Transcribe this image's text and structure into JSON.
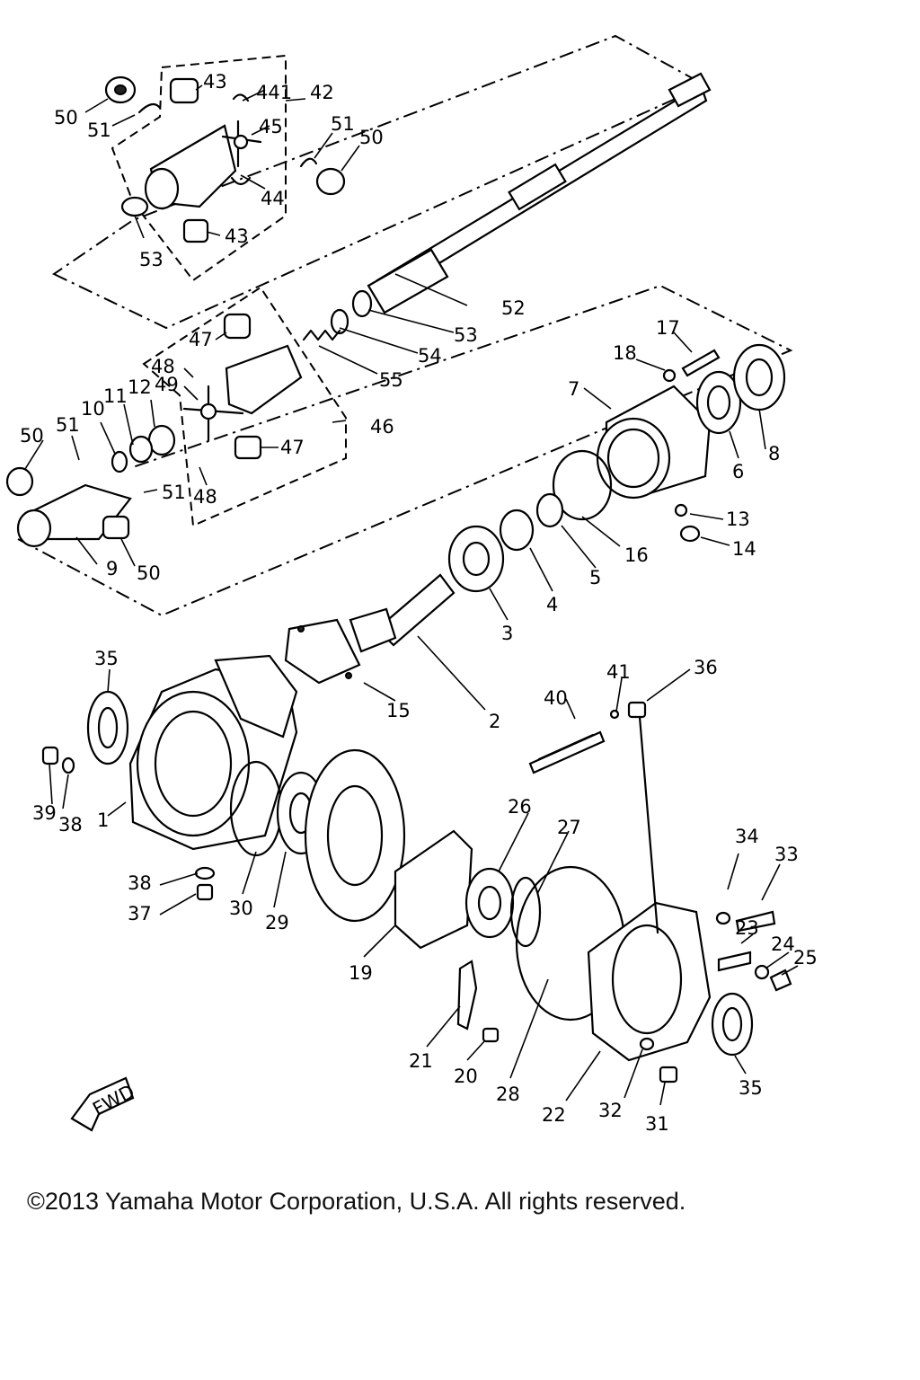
{
  "copyright": "©2013 Yamaha Motor Corporation, U.S.A. All rights reserved.",
  "fwd_label": "FWD",
  "callouts": [
    {
      "id": "c50a",
      "label": "50"
    },
    {
      "id": "c51a",
      "label": "51"
    },
    {
      "id": "c43a",
      "label": "43"
    },
    {
      "id": "c441",
      "label": "441"
    },
    {
      "id": "c42",
      "label": "42"
    },
    {
      "id": "c45",
      "label": "45"
    },
    {
      "id": "c51b",
      "label": "51"
    },
    {
      "id": "c50b",
      "label": "50"
    },
    {
      "id": "c44",
      "label": "44"
    },
    {
      "id": "c43b",
      "label": "43"
    },
    {
      "id": "c53a",
      "label": "53"
    },
    {
      "id": "c52",
      "label": "52"
    },
    {
      "id": "c53b",
      "label": "53"
    },
    {
      "id": "c54",
      "label": "54"
    },
    {
      "id": "c55",
      "label": "55"
    },
    {
      "id": "c47a",
      "label": "47"
    },
    {
      "id": "c48a",
      "label": "48"
    },
    {
      "id": "c49",
      "label": "49"
    },
    {
      "id": "c12",
      "label": "12"
    },
    {
      "id": "c11",
      "label": "11"
    },
    {
      "id": "c10",
      "label": "10"
    },
    {
      "id": "c51c",
      "label": "51"
    },
    {
      "id": "c50c",
      "label": "50"
    },
    {
      "id": "c46",
      "label": "46"
    },
    {
      "id": "c47b",
      "label": "47"
    },
    {
      "id": "c51d",
      "label": "51"
    },
    {
      "id": "c48b",
      "label": "48"
    },
    {
      "id": "c9",
      "label": "9"
    },
    {
      "id": "c50d",
      "label": "50"
    },
    {
      "id": "c17",
      "label": "17"
    },
    {
      "id": "c18",
      "label": "18"
    },
    {
      "id": "c7",
      "label": "7"
    },
    {
      "id": "c6",
      "label": "6"
    },
    {
      "id": "c8",
      "label": "8"
    },
    {
      "id": "c13",
      "label": "13"
    },
    {
      "id": "c14",
      "label": "14"
    },
    {
      "id": "c16",
      "label": "16"
    },
    {
      "id": "c5",
      "label": "5"
    },
    {
      "id": "c4",
      "label": "4"
    },
    {
      "id": "c3",
      "label": "3"
    },
    {
      "id": "c2",
      "label": "2"
    },
    {
      "id": "c15",
      "label": "15"
    },
    {
      "id": "c35a",
      "label": "35"
    },
    {
      "id": "c41",
      "label": "41"
    },
    {
      "id": "c36",
      "label": "36"
    },
    {
      "id": "c40",
      "label": "40"
    },
    {
      "id": "c39",
      "label": "39"
    },
    {
      "id": "c38a",
      "label": "38"
    },
    {
      "id": "c1",
      "label": "1"
    },
    {
      "id": "c26",
      "label": "26"
    },
    {
      "id": "c27",
      "label": "27"
    },
    {
      "id": "c34",
      "label": "34"
    },
    {
      "id": "c33",
      "label": "33"
    },
    {
      "id": "c23",
      "label": "23"
    },
    {
      "id": "c24",
      "label": "24"
    },
    {
      "id": "c25",
      "label": "25"
    },
    {
      "id": "c38b",
      "label": "38"
    },
    {
      "id": "c37",
      "label": "37"
    },
    {
      "id": "c30",
      "label": "30"
    },
    {
      "id": "c29",
      "label": "29"
    },
    {
      "id": "c19",
      "label": "19"
    },
    {
      "id": "c21",
      "label": "21"
    },
    {
      "id": "c20",
      "label": "20"
    },
    {
      "id": "c28",
      "label": "28"
    },
    {
      "id": "c22",
      "label": "22"
    },
    {
      "id": "c32",
      "label": "32"
    },
    {
      "id": "c31",
      "label": "31"
    },
    {
      "id": "c35b",
      "label": "35"
    }
  ]
}
